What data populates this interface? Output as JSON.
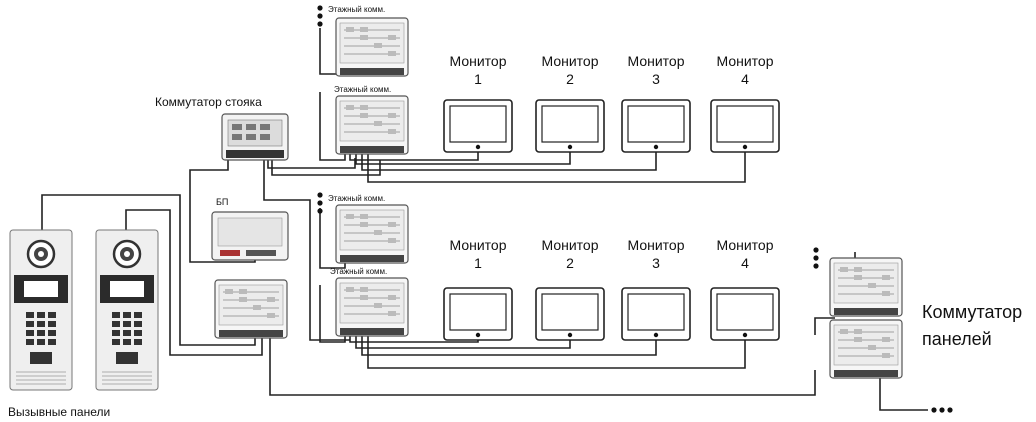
{
  "labels": {
    "floor_switch": "Этажный комм.",
    "parking_switch": "Коммутатор стояка",
    "power_supply": "БП",
    "call_panels": "Вызывные панели",
    "panel_switch_line1": "Коммутатор",
    "panel_switch_line2": "панелей",
    "monitor": "Монитор"
  },
  "monitor_numbers": [
    "1",
    "2",
    "3",
    "4"
  ]
}
